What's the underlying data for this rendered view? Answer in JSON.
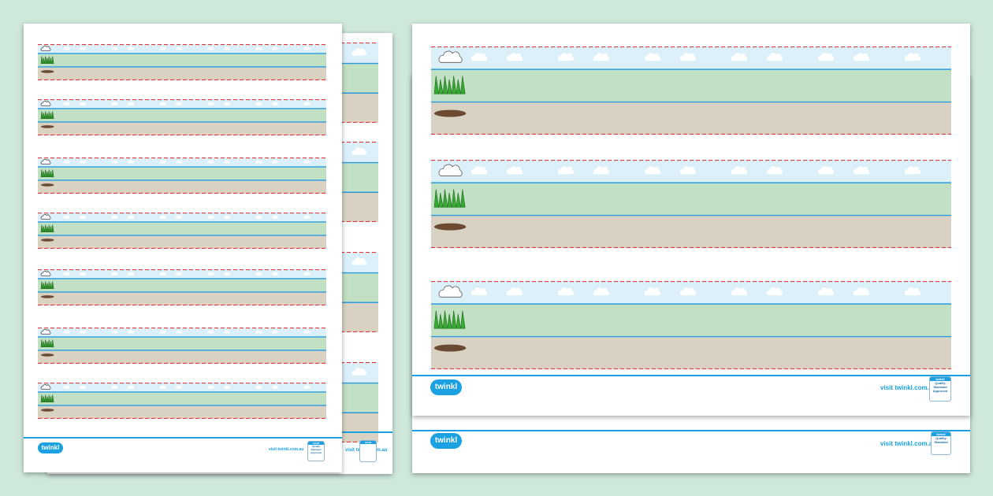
{
  "logo_text": "twinkl",
  "website": "visit twinkl.com.au",
  "badge": {
    "top": "twinkl",
    "lines": [
      "Quality",
      "Standard",
      "Approved"
    ]
  },
  "colors": {
    "background": "#cfe8dc",
    "sky": "#dcf0fa",
    "grass": "#c2e0c4",
    "dirt": "#d9d2c3",
    "red_dashed": "#e23a3a",
    "blue_line": "#2a9be0",
    "brand_blue": "#1ba1e2"
  },
  "icons": [
    "cloud-icon",
    "grass-icon",
    "dirt-icon",
    "twinkl-logo-icon",
    "quality-badge-icon"
  ],
  "portrait_strip_count": 7,
  "landscape_strip_count": 3
}
